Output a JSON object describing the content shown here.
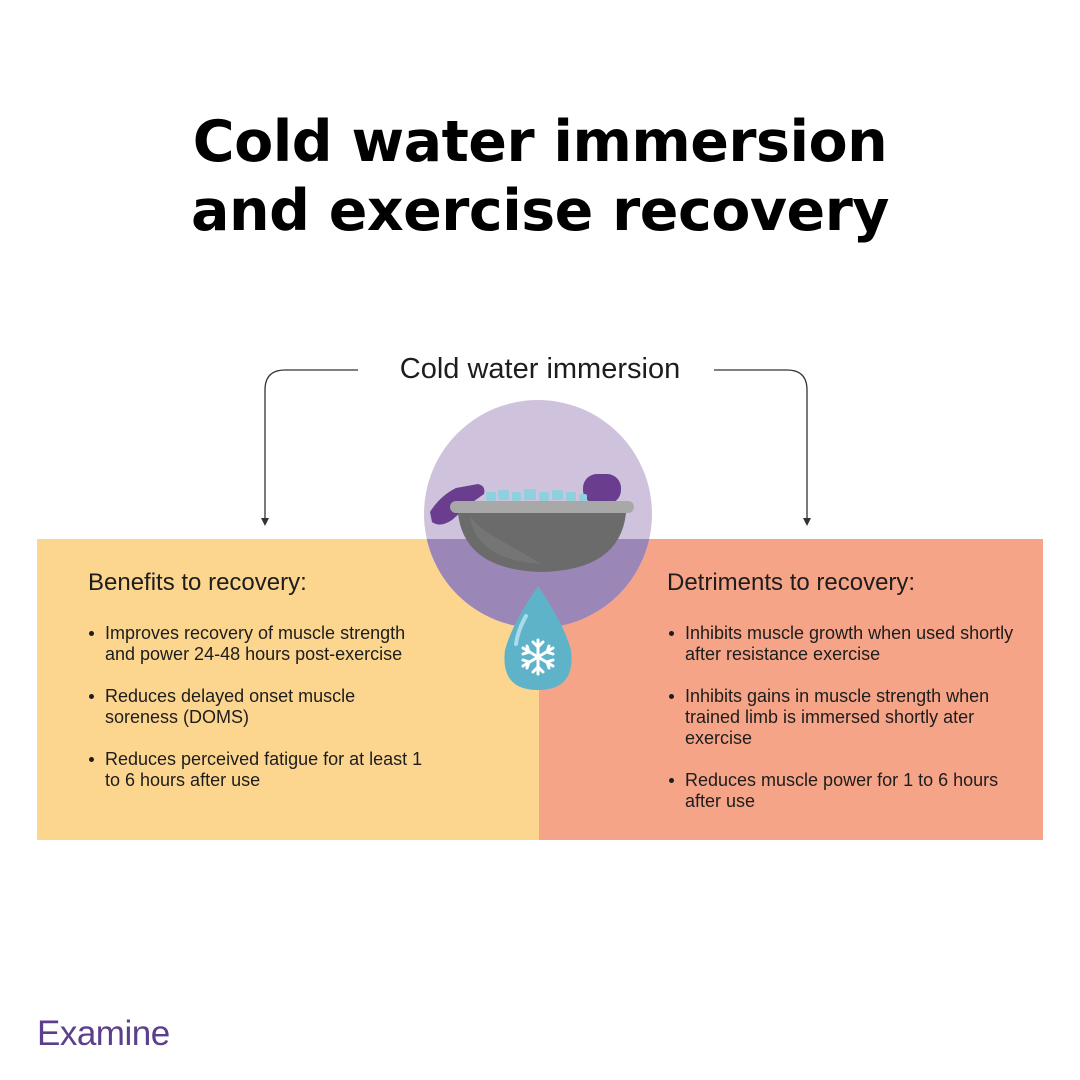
{
  "title": {
    "line1": "Cold water immersion",
    "line2": "and exercise recovery"
  },
  "center_label": "Cold water immersion",
  "benefits": {
    "heading": "Benefits to recovery:",
    "items": [
      "Improves recovery of muscle strength and power 24-48 hours post-exercise",
      "Reduces delayed onset muscle soreness (DOMS)",
      "Reduces perceived fatigue for at least 1 to 6 hours after use"
    ]
  },
  "detriments": {
    "heading": "Detriments to recovery:",
    "items": [
      "Inhibits muscle growth when used shortly after resistance exercise",
      "Inhibits gains in muscle strength when trained limb is immersed shortly ater exercise",
      "Reduces muscle power for 1 to 6 hours after use"
    ]
  },
  "brand": "Examine",
  "colors": {
    "benefits_bg": "#fcd68f",
    "detriments_bg": "#f5a488",
    "circle": "#cfc2dd",
    "brand": "#5b3f8c",
    "water_drop": "#5fb3c9"
  },
  "icons": [
    "ice-bath-bowl-icon",
    "hand-icon",
    "water-drop-icon",
    "snowflake-icon"
  ]
}
